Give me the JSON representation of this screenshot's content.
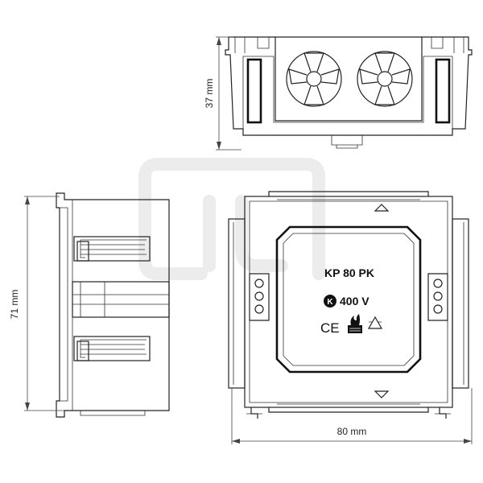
{
  "dimensions": {
    "height_top": "37 mm",
    "height_side": "71 mm",
    "width_front": "80 mm"
  },
  "front_label": {
    "model": "KP 80 PK",
    "voltage": "400 V",
    "k_symbol": "K",
    "ce_mark": "CE"
  },
  "icons": [
    "fire-resistance-icon",
    "recycle-icon",
    "triangle-marker-icon",
    "ko-knockout-icon"
  ],
  "colors": {
    "line": "#222222",
    "watermark": "#ececec",
    "background": "#ffffff"
  }
}
